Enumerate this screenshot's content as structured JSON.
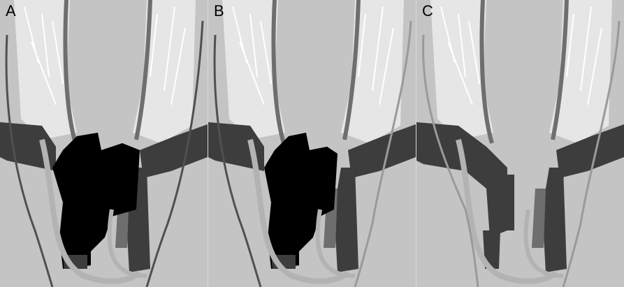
{
  "panels": [
    {
      "label": "A"
    },
    {
      "label": "B"
    },
    {
      "label": "C"
    }
  ],
  "colors": {
    "background": "#c4c4c4",
    "bone": "#e6e6e6",
    "bone_lines": "#ffffff",
    "ligament": "#6e6e6e",
    "tissue_outline": "#b3b3b3",
    "dark_tissue": "#3d3d3d",
    "black_region": "#000000",
    "curve_line": "#505050"
  }
}
